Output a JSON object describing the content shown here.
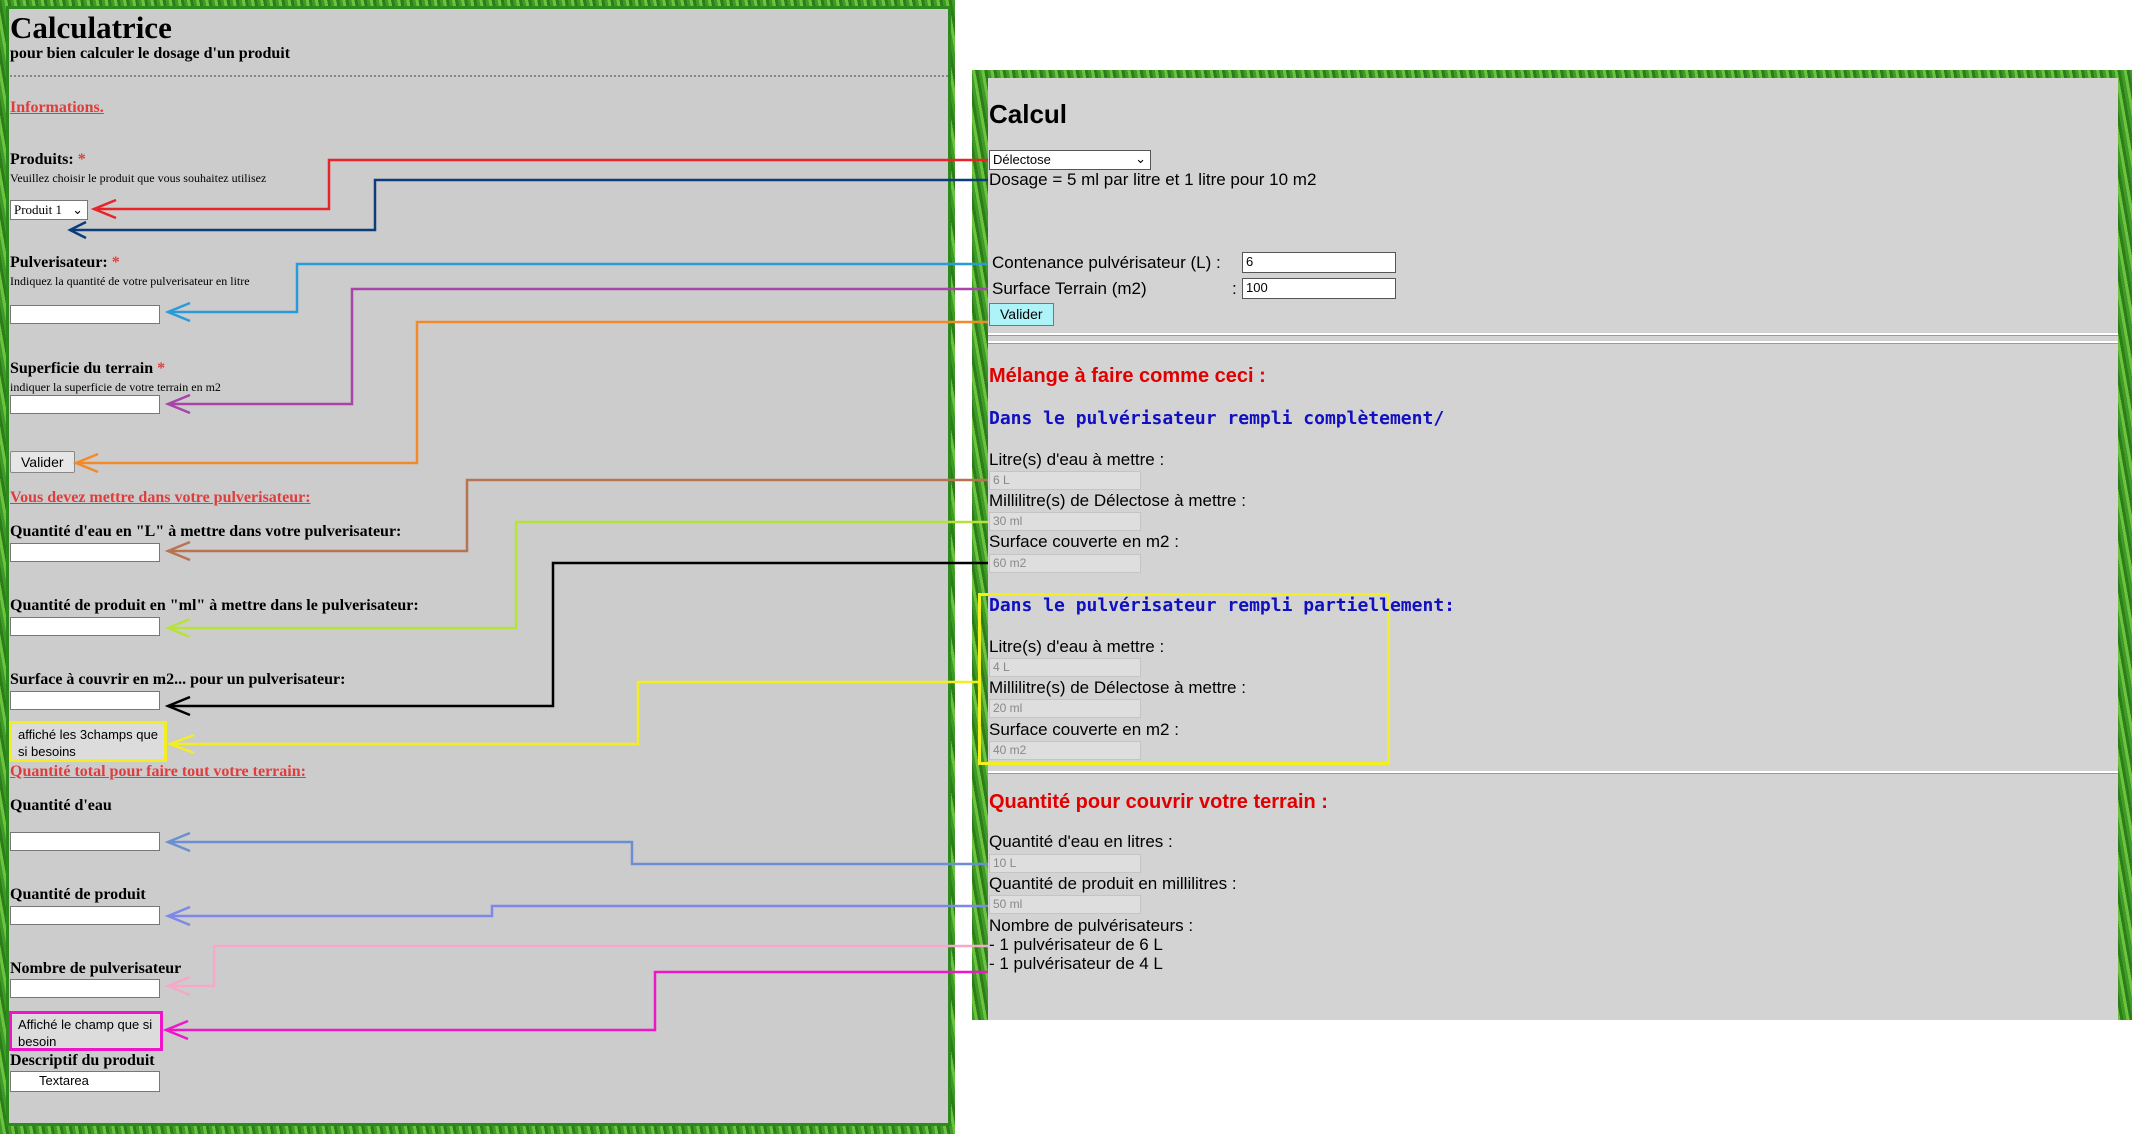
{
  "left": {
    "title": "Calculatrice",
    "subtitle": "pour bien calculer le dosage d'un produit",
    "informations": "Informations.",
    "produits_label": "Produits:",
    "produits_help": "Veuillez choisir le produit que vous souhaitez utilisez",
    "produits_select": "Produit 1",
    "pulverisateur_label": "Pulverisateur:",
    "pulverisateur_help": "Indiquez la quantité de votre pulverisateur en litre",
    "superficie_label": "Superficie du terrain",
    "superficie_help": "indiquer la superficie de votre terrain en m2",
    "required_mark": "*",
    "valider": "Valider",
    "section_pulverisateur": "Vous devez mettre dans votre pulverisateur:",
    "qte_eau_label": "Quantité d'eau en \"L\" à mettre dans votre pulverisateur:",
    "qte_produit_label": "Quantité de produit en \"ml\" à mettre dans le pulverisateur:",
    "surface_label": "Surface à couvrir en m2... pour un pulverisateur:",
    "note_3champs": "affiché les 3champs que si besoins",
    "section_total": "Quantité total pour faire tout votre terrain:",
    "total_eau_label": "Quantité d'eau",
    "total_produit_label": "Quantité de produit",
    "nombre_label": "Nombre de pulverisateur",
    "note_champ": "Affiché le champ que si besoin",
    "descriptif_label": "Descriptif du produit",
    "textarea_text": "Textarea"
  },
  "right": {
    "title": "Calcul",
    "select_value": "Délectose",
    "dosage": "Dosage = 5 ml par litre et 1 litre pour 10 m2",
    "contenance_label": "Contenance pulvérisateur (L) :",
    "contenance_value": "6",
    "surface_label": "Surface Terrain (m2)",
    "surface_colon": ":",
    "surface_value": "100",
    "valider": "Valider",
    "melange_title": "Mélange à faire comme ceci :",
    "complet_title": "Dans le pulvérisateur rempli complètement/",
    "partiel_title": "Dans le pulvérisateur rempli partiellement:",
    "litres_label": "Litre(s) d'eau à mettre :",
    "ml_label": "Millilitre(s) de Délectose à mettre :",
    "surface_couverte_label": "Surface couverte en m2 :",
    "complet": {
      "litres": "6 L",
      "ml": "30 ml",
      "surface": "60 m2"
    },
    "partiel": {
      "litres": "4 L",
      "ml": "20 ml",
      "surface": "40 m2"
    },
    "quantite_title": "Quantité pour couvrir votre terrain :",
    "qte_eau_label": "Quantité d'eau en litres :",
    "qte_eau_value": "10 L",
    "qte_produit_label": "Quantité de produit en millilitres :",
    "qte_produit_value": "50 ml",
    "nombre_label": "Nombre de pulvérisateurs :",
    "nombre_line1": "- 1 pulvérisateur de 6 L",
    "nombre_line2": "- 1 pulvérisateur de 4 L"
  },
  "colors": {
    "red": "#e8232a",
    "navy": "#0d3c7c",
    "sky": "#2a9bd8",
    "purple": "#a845a8",
    "orange": "#f28a2a",
    "brown": "#b87352",
    "lime": "#b6e23a",
    "black": "#000000",
    "yellow": "#f2ee1f",
    "steel": "#6b8fd0",
    "periwinkle": "#7d88e8",
    "pink": "#f5a8c8",
    "magenta": "#ee16c8"
  }
}
